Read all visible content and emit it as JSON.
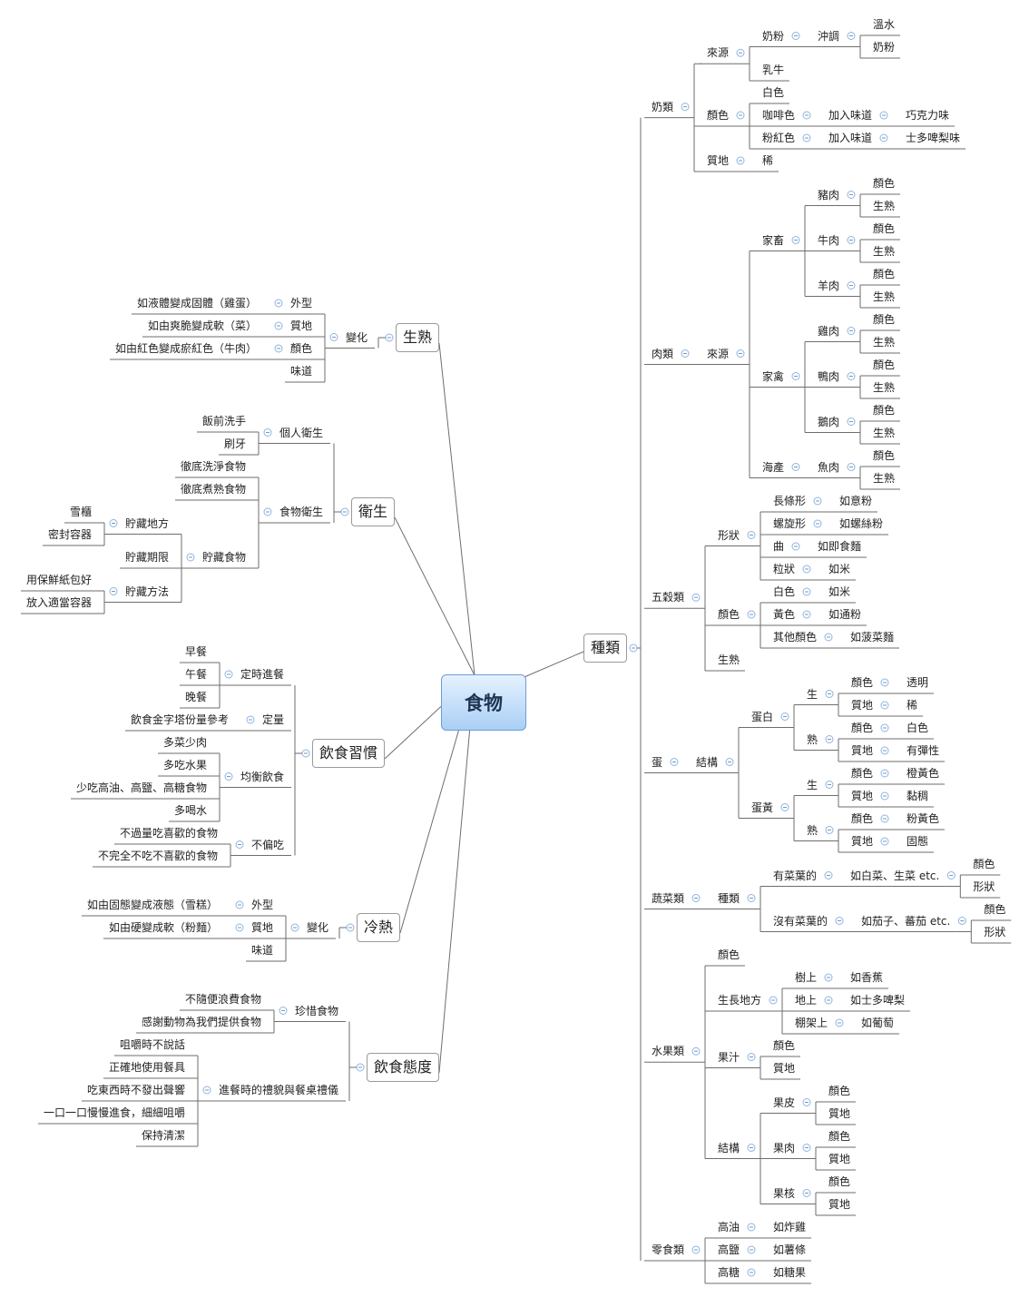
{
  "central": "食物",
  "right": [
    {
      "label": "種類",
      "children": [
        {
          "label": "奶類",
          "children": [
            {
              "label": "來源",
              "children": [
                {
                  "label": "奶粉",
                  "children": [
                    {
                      "label": "沖調",
                      "children": [
                        {
                          "label": "溫水"
                        },
                        {
                          "label": "奶粉"
                        }
                      ]
                    }
                  ]
                },
                {
                  "label": "乳牛"
                }
              ]
            },
            {
              "label": "顏色",
              "children": [
                {
                  "label": "白色"
                },
                {
                  "label": "咖啡色",
                  "children": [
                    {
                      "label": "加入味道",
                      "children": [
                        {
                          "label": "巧克力味"
                        }
                      ]
                    }
                  ]
                },
                {
                  "label": "粉紅色",
                  "children": [
                    {
                      "label": "加入味道",
                      "children": [
                        {
                          "label": "士多啤梨味"
                        }
                      ]
                    }
                  ]
                }
              ]
            },
            {
              "label": "質地",
              "children": [
                {
                  "label": "稀"
                }
              ]
            }
          ]
        },
        {
          "label": "肉類",
          "children": [
            {
              "label": "來源",
              "children": [
                {
                  "label": "家畜",
                  "children": [
                    {
                      "label": "豬肉",
                      "children": [
                        {
                          "label": "顏色"
                        },
                        {
                          "label": "生熟"
                        }
                      ]
                    },
                    {
                      "label": "牛肉",
                      "children": [
                        {
                          "label": "顏色"
                        },
                        {
                          "label": "生熟"
                        }
                      ]
                    },
                    {
                      "label": "羊肉",
                      "children": [
                        {
                          "label": "顏色"
                        },
                        {
                          "label": "生熟"
                        }
                      ]
                    }
                  ]
                },
                {
                  "label": "家禽",
                  "children": [
                    {
                      "label": "雞肉",
                      "children": [
                        {
                          "label": "顏色"
                        },
                        {
                          "label": "生熟"
                        }
                      ]
                    },
                    {
                      "label": "鴨肉",
                      "children": [
                        {
                          "label": "顏色"
                        },
                        {
                          "label": "生熟"
                        }
                      ]
                    },
                    {
                      "label": "鵝肉",
                      "children": [
                        {
                          "label": "顏色"
                        },
                        {
                          "label": "生熟"
                        }
                      ]
                    }
                  ]
                },
                {
                  "label": "海產",
                  "children": [
                    {
                      "label": "魚肉",
                      "children": [
                        {
                          "label": "顏色"
                        },
                        {
                          "label": "生熟"
                        }
                      ]
                    }
                  ]
                }
              ]
            }
          ]
        },
        {
          "label": "五穀類",
          "children": [
            {
              "label": "形狀",
              "children": [
                {
                  "label": "長條形",
                  "children": [
                    {
                      "label": "如意粉"
                    }
                  ]
                },
                {
                  "label": "螺旋形",
                  "children": [
                    {
                      "label": "如螺絲粉"
                    }
                  ]
                },
                {
                  "label": "曲",
                  "children": [
                    {
                      "label": "如即食麵"
                    }
                  ]
                },
                {
                  "label": "粒狀",
                  "children": [
                    {
                      "label": "如米"
                    }
                  ]
                }
              ]
            },
            {
              "label": "顏色",
              "children": [
                {
                  "label": "白色",
                  "children": [
                    {
                      "label": "如米"
                    }
                  ]
                },
                {
                  "label": "黃色",
                  "children": [
                    {
                      "label": "如通粉"
                    }
                  ]
                },
                {
                  "label": "其他顏色",
                  "children": [
                    {
                      "label": "如菠菜麵"
                    }
                  ]
                }
              ]
            },
            {
              "label": "生熟"
            }
          ]
        },
        {
          "label": "蛋",
          "children": [
            {
              "label": "結構",
              "children": [
                {
                  "label": "蛋白",
                  "children": [
                    {
                      "label": "生",
                      "children": [
                        {
                          "label": "顏色",
                          "children": [
                            {
                              "label": "透明"
                            }
                          ]
                        },
                        {
                          "label": "質地",
                          "children": [
                            {
                              "label": "稀"
                            }
                          ]
                        }
                      ]
                    },
                    {
                      "label": "熟",
                      "children": [
                        {
                          "label": "顏色",
                          "children": [
                            {
                              "label": "白色"
                            }
                          ]
                        },
                        {
                          "label": "質地",
                          "children": [
                            {
                              "label": "有彈性"
                            }
                          ]
                        }
                      ]
                    }
                  ]
                },
                {
                  "label": "蛋黃",
                  "children": [
                    {
                      "label": "生",
                      "children": [
                        {
                          "label": "顏色",
                          "children": [
                            {
                              "label": "橙黃色"
                            }
                          ]
                        },
                        {
                          "label": "質地",
                          "children": [
                            {
                              "label": "黏稠"
                            }
                          ]
                        }
                      ]
                    },
                    {
                      "label": "熟",
                      "children": [
                        {
                          "label": "顏色",
                          "children": [
                            {
                              "label": "粉黃色"
                            }
                          ]
                        },
                        {
                          "label": "質地",
                          "children": [
                            {
                              "label": "固態"
                            }
                          ]
                        }
                      ]
                    }
                  ]
                }
              ]
            }
          ]
        },
        {
          "label": "蔬菜類",
          "children": [
            {
              "label": "種類",
              "children": [
                {
                  "label": "有菜葉的",
                  "children": [
                    {
                      "label": "如白菜、生菜 etc.",
                      "children": [
                        {
                          "label": "顏色"
                        },
                        {
                          "label": "形狀"
                        }
                      ]
                    }
                  ]
                },
                {
                  "label": "沒有菜葉的",
                  "children": [
                    {
                      "label": "如茄子、蕃茄 etc.",
                      "children": [
                        {
                          "label": "顏色"
                        },
                        {
                          "label": "形狀"
                        }
                      ]
                    }
                  ]
                }
              ]
            }
          ]
        },
        {
          "label": "水果類",
          "children": [
            {
              "label": "顏色"
            },
            {
              "label": "生長地方",
              "children": [
                {
                  "label": "樹上",
                  "children": [
                    {
                      "label": "如香蕉"
                    }
                  ]
                },
                {
                  "label": "地上",
                  "children": [
                    {
                      "label": "如士多啤梨"
                    }
                  ]
                },
                {
                  "label": "棚架上",
                  "children": [
                    {
                      "label": "如葡萄"
                    }
                  ]
                }
              ]
            },
            {
              "label": "果汁",
              "children": [
                {
                  "label": "顏色"
                },
                {
                  "label": "質地"
                }
              ]
            },
            {
              "label": "結構",
              "children": [
                {
                  "label": "果皮",
                  "children": [
                    {
                      "label": "顏色"
                    },
                    {
                      "label": "質地"
                    }
                  ]
                },
                {
                  "label": "果肉",
                  "children": [
                    {
                      "label": "顏色"
                    },
                    {
                      "label": "質地"
                    }
                  ]
                },
                {
                  "label": "果核",
                  "children": [
                    {
                      "label": "顏色"
                    },
                    {
                      "label": "質地"
                    }
                  ]
                }
              ]
            }
          ]
        },
        {
          "label": "零食類",
          "children": [
            {
              "label": "高油",
              "children": [
                {
                  "label": "如炸雞"
                }
              ]
            },
            {
              "label": "高鹽",
              "children": [
                {
                  "label": "如薯條"
                }
              ]
            },
            {
              "label": "高糖",
              "children": [
                {
                  "label": "如糖果"
                }
              ]
            }
          ]
        }
      ]
    }
  ],
  "left": [
    {
      "label": "生熟",
      "children": [
        {
          "label": "變化",
          "children": [
            {
              "label": "外型",
              "children": [
                {
                  "label": "如液體變成固體（雞蛋）"
                }
              ]
            },
            {
              "label": "質地",
              "children": [
                {
                  "label": "如由爽脆變成軟（菜）"
                }
              ]
            },
            {
              "label": "顏色",
              "children": [
                {
                  "label": "如由紅色變成瘀紅色（牛肉）"
                }
              ]
            },
            {
              "label": "味道"
            }
          ]
        }
      ]
    },
    {
      "label": "衛生",
      "children": [
        {
          "label": "個人衛生",
          "children": [
            {
              "label": "飯前洗手"
            },
            {
              "label": "刷牙"
            }
          ]
        },
        {
          "label": "食物衛生",
          "children": [
            {
              "label": "徹底洗淨食物"
            },
            {
              "label": "徹底煮熟食物"
            },
            {
              "label": "貯藏食物",
              "children": [
                {
                  "label": "貯藏地方",
                  "children": [
                    {
                      "label": "雪櫃"
                    },
                    {
                      "label": "密封容器"
                    }
                  ]
                },
                {
                  "label": "貯藏期限"
                },
                {
                  "label": "貯藏方法",
                  "children": [
                    {
                      "label": "用保鮮紙包好"
                    },
                    {
                      "label": "放入適當容器"
                    }
                  ]
                }
              ]
            }
          ]
        }
      ]
    },
    {
      "label": "飲食習慣",
      "children": [
        {
          "label": "定時進餐",
          "children": [
            {
              "label": "早餐"
            },
            {
              "label": "午餐"
            },
            {
              "label": "晚餐"
            }
          ]
        },
        {
          "label": "定量",
          "children": [
            {
              "label": "飲食金字塔份量參考"
            }
          ]
        },
        {
          "label": "均衡飲食",
          "children": [
            {
              "label": "多菜少肉"
            },
            {
              "label": "多吃水果"
            },
            {
              "label": "少吃高油、高鹽、高糖食物"
            },
            {
              "label": "多喝水"
            }
          ]
        },
        {
          "label": "不偏吃",
          "children": [
            {
              "label": "不過量吃喜歡的食物"
            },
            {
              "label": "不完全不吃不喜歡的食物"
            }
          ]
        }
      ]
    },
    {
      "label": "冷熱",
      "children": [
        {
          "label": "變化",
          "children": [
            {
              "label": "外型",
              "children": [
                {
                  "label": "如由固態變成液態（雪糕）"
                }
              ]
            },
            {
              "label": "質地",
              "children": [
                {
                  "label": "如由硬變成軟（粉麵）"
                }
              ]
            },
            {
              "label": "味道"
            }
          ]
        }
      ]
    },
    {
      "label": "飲食態度",
      "children": [
        {
          "label": "珍惜食物",
          "children": [
            {
              "label": "不隨便浪費食物"
            },
            {
              "label": "感謝動物為我們提供食物"
            }
          ]
        },
        {
          "label": "進餐時的禮貌與餐桌禮儀",
          "children": [
            {
              "label": "咀嚼時不說話"
            },
            {
              "label": "正確地使用餐具"
            },
            {
              "label": "吃東西時不發出聲響"
            },
            {
              "label": "一口一口慢慢進食，細細咀嚼"
            },
            {
              "label": "保持清潔"
            }
          ]
        }
      ]
    }
  ]
}
